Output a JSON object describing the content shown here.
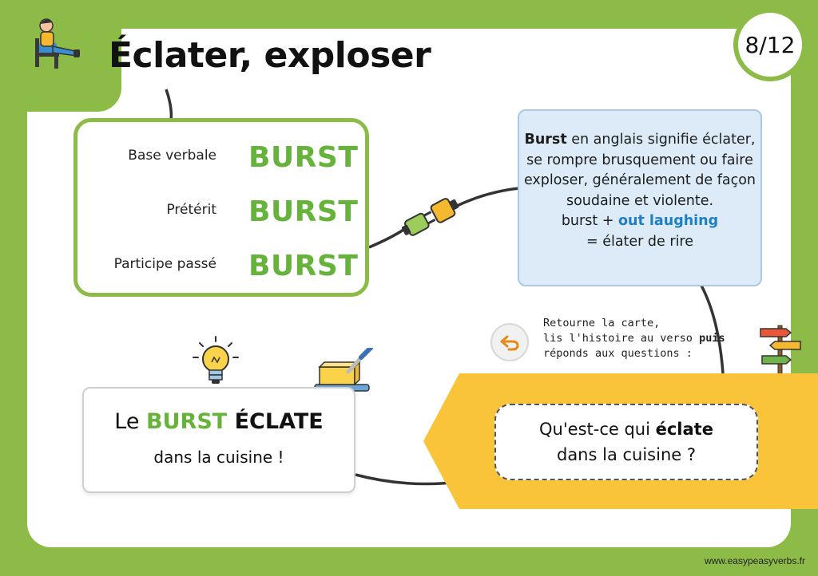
{
  "header": {
    "title": "Éclater, exploser",
    "page_indicator": "8/12"
  },
  "verb_forms": [
    {
      "label": "Base verbale",
      "value": "BURST"
    },
    {
      "label": "Prétérit",
      "value": "BURST"
    },
    {
      "label": "Participe passé",
      "value": "BURST"
    }
  ],
  "definition": {
    "word": "Burst",
    "text": " en anglais signifie éclater, se rompre brusquement ou faire exploser, généralement de façon soudaine et violente.",
    "expr_prefix": "burst + ",
    "expr_highlight": "out laughing",
    "expr_meaning": "= élater de rire"
  },
  "hint": {
    "line1": "Retourne la carte,",
    "line2_prefix": "lis l'histoire au verso ",
    "line2_bold": "puis",
    "line3": "réponds aux questions :"
  },
  "story": {
    "le": "Le ",
    "burst": "BURST",
    "eclate": " ÉCLATE",
    "line2": "dans la cuisine !"
  },
  "question": {
    "prefix": "Qu'est-ce qui ",
    "bold": "éclate",
    "line2": "dans la cuisine ?"
  },
  "footer": {
    "url": "www.easypeasyverbs.fr"
  },
  "icons": [
    "relaxing-person-icon",
    "lightbulb-icon",
    "butter-knife-icon",
    "signpost-icon",
    "return-arrow-icon",
    "plug-connector-icon"
  ],
  "colors": {
    "brand_green": "#8dbb47",
    "verb_green": "#66b33b",
    "banner_yellow": "#f9c33a",
    "definition_bg": "#dcebf7",
    "highlight_blue": "#1f7fc4"
  }
}
